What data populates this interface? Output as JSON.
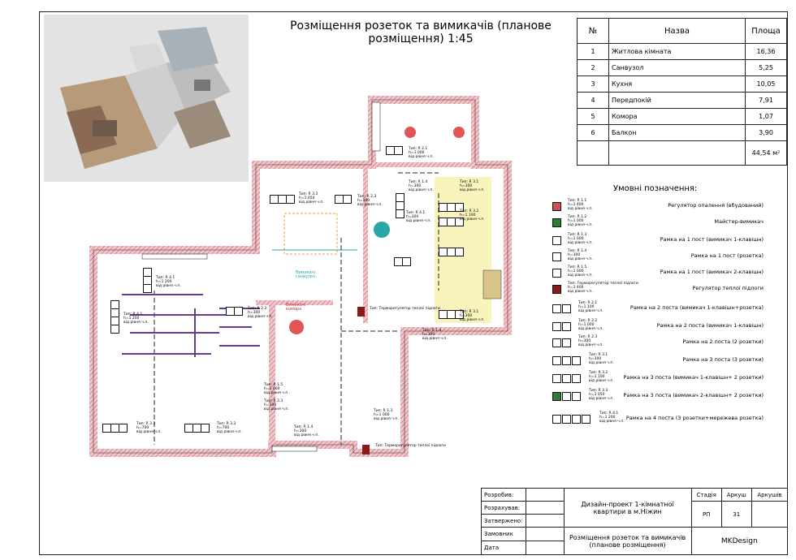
{
  "title": "Розміщення розеток та вимикачів (планове розміщення) 1:45",
  "rooms_table": {
    "headers": [
      "№",
      "Назва",
      "Площа"
    ],
    "rows": [
      [
        "1",
        "Житлова кімната",
        "16,36"
      ],
      [
        "2",
        "Санвузол",
        "5,25"
      ],
      [
        "3",
        "Кухня",
        "10,05"
      ],
      [
        "4",
        "Передпокій",
        "7,91"
      ],
      [
        "5",
        "Комора",
        "1,07"
      ],
      [
        "6",
        "Балкон",
        "3,90"
      ]
    ],
    "total": "44,54 м²"
  },
  "legend": {
    "title": "Умовні позначення:",
    "items": [
      {
        "code": "Тип: R 1.1\nh=1 400\nвід рівня ч.п.",
        "label": "Регулятор опалення (вбудований)",
        "icon": "heating-regulator"
      },
      {
        "code": "Тип: R 1.2\nh=1 000\nвід рівня ч.п.",
        "label": "Майстер-вимикач",
        "icon": "master-switch"
      },
      {
        "code": "Тип: R 1.3\nh=1 000\nвід рівня ч.п.",
        "label": "Рамка на 1 пост (вимикач 1-клавішн)",
        "icon": "frame-1-switch-1"
      },
      {
        "code": "Тип: R 1.4\nh=300\nвід рівня ч.п.",
        "label": "Рамка на 1 пост (розетка)",
        "icon": "frame-1-socket"
      },
      {
        "code": "Тип: R 1.5\nh=1 000\nвід рівня ч.п.",
        "label": "Рамка на 1 пост (вимикач 2-клавішн)",
        "icon": "frame-1-switch-2"
      },
      {
        "code": "Тип: Терморегулятор теплої підлоги\nh=1 400\nвід рівня ч.п.",
        "label": "Регулятор теплої підлоги",
        "icon": "floor-heating"
      },
      {
        "code": "Тип: R 2.1\nh=1 100\nвід рівня ч.п.",
        "label": "Рамка на 2 поста (вимикач 1-клавішн+розетка)",
        "icon": "frame-2-switch-socket"
      },
      {
        "code": "Тип: R 2.2\nh=1 000\nвід рівня ч.п.",
        "label": "Рамка на 2 поста (вимикач 1-клавішн)",
        "icon": "frame-2-switch"
      },
      {
        "code": "Тип: R 2.3\nh=300\nвід рівня ч.п.",
        "label": "Рамка на 2 поста (2 розетки)",
        "icon": "frame-2-sockets"
      },
      {
        "code": "Тип: R 3.1\nh=300\nвід рівня ч.п.",
        "label": "Рамка на 3 поста (3 розетки)",
        "icon": "frame-3-sockets"
      },
      {
        "code": "Тип: R 3.2\nh=1 100\nвід рівня ч.п.",
        "label": "Рамка на 3 поста (вимикач 1-клавішн+ 2 розетки)",
        "icon": "frame-3-switch1"
      },
      {
        "code": "Тип: R 3.3\nh=1 050\nвід рівня ч.п.",
        "label": "Рамка на 3 поста (вимикач 2-клавішн+ 2 розетки)",
        "icon": "frame-3-switch2"
      },
      {
        "code": "Тип: R 4.1\nh=1 200\nвід рівня ч.п.",
        "label": "Рамка на 4 поста (3 розетки+мережева розетка)",
        "icon": "frame-4"
      }
    ]
  },
  "title_block": {
    "rozrobyv": "Розробив:",
    "rozrakhuvav": "Розрахував:",
    "zatverdzheno": "Затвержено:",
    "zamovnyk": "Замовник",
    "data": "Дата",
    "project": "Дизайн-проект 1-кімнатної квартири в м.Ніжин",
    "sheet_title": "Розміщення розеток та вимикачів (планове розміщення)",
    "stadia_label": "Стадія",
    "arkush_label": "Аркуш",
    "arkushiv_label": "Аркушів",
    "stadia": "РП",
    "arkush": "31",
    "company": "MKDesign"
  },
  "plan_labels": {
    "bathroom_note": "Вимикачі санвузол",
    "storage_note": "Вимикачі комора",
    "thermo1": "Тип: Терморегулятор теплої підлоги",
    "thermo2": "Тип: Терморегулятор теплої підлоги",
    "tags": [
      "Тип: R 3.3\nh=1 050\nвід рівня ч.п.",
      "Тип: R 2.3\nh=300\nвід рівня ч.п.",
      "Тип: R 4.1\nh=300\nвід рівня ч.п.",
      "Тип: R 1.4\nh=300\nвід рівня ч.п.",
      "Тип: R 2.1\nh=1 000\nвід рівня ч.п.",
      "Тип: R 3.1\nh=300\nвід рівня ч.п.",
      "Тип: R 4.1\nh=1 200\nвід рівня ч.п.",
      "Тип: R 4.1\nh=1 200\nвід рівня ч.п.",
      "Тип: R 2.3\nh=300\nвід рівня ч.п.",
      "Тип: R 3.3\nh=700\nвід рівня ч.п.",
      "Тип: R 3.3\nh=700\nвід рівня ч.п.",
      "Тип: R 1.5\nh=1 000\nвід рівня ч.п.",
      "Тип: R 2.3\nh=300\nвід рівня ч.п.",
      "Тип: R 1.4\nh=300\nвід рівня ч.п.",
      "Тип: R 1.3\nh=1 000\nвід рівня ч.п.",
      "Тип: R 3.2\nh=1 100\nвід рівня ч.п.",
      "Тип: R 1.4\nh=300\nвід рівня ч.п.",
      "Тип: R 3.1\nh=300\nвід рівня ч.п."
    ]
  },
  "colors": {
    "wall": "#e8a8b0",
    "wall_hatch": "#c0505a",
    "kitchen": "#f6f0a0",
    "heater": "#e05555",
    "teal": "#2aa6a6"
  }
}
